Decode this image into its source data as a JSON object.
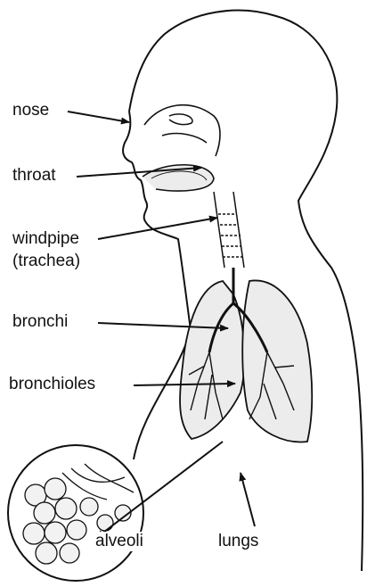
{
  "diagram": {
    "labels": {
      "nose": "nose",
      "throat": "throat",
      "windpipe": "windpipe",
      "trachea": "(trachea)",
      "bronchi": "bronchi",
      "bronchioles": "bronchioles",
      "alveoli": "alveoli",
      "lungs": "lungs"
    },
    "colors": {
      "ink": "#111111",
      "fill": "#e6e6e6",
      "background": "#ffffff"
    }
  }
}
